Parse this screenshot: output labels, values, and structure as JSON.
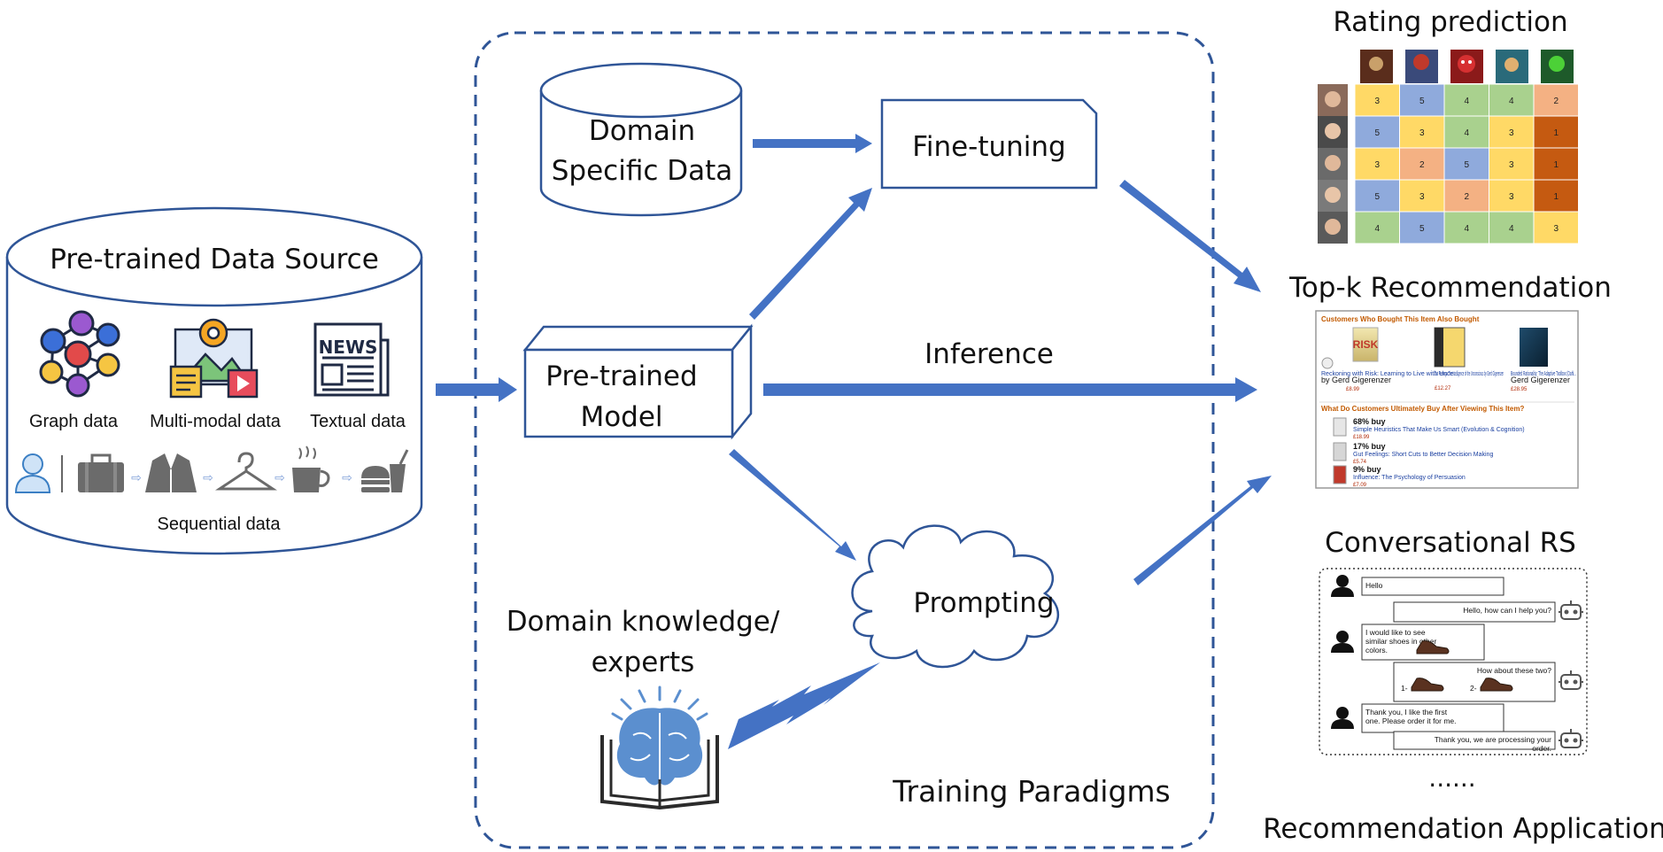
{
  "source": {
    "title": "Pre-trained Data Source",
    "graph_label": "Graph data",
    "multimodal_label": "Multi-modal data",
    "textual_label": "Textual data",
    "news_text": "NEWS",
    "sequential_label": "Sequential data"
  },
  "paradigm": {
    "domain_data": [
      "Domain",
      "Specific Data"
    ],
    "fine_tuning": "Fine-tuning",
    "pretrained_model": [
      "Pre-trained",
      "Model"
    ],
    "inference": "Inference",
    "prompting": "Prompting",
    "knowledge": [
      "Domain knowledge/",
      "experts"
    ],
    "region_title": "Training Paradigms"
  },
  "apps": {
    "rating_title": "Rating prediction",
    "rating_matrix": [
      [
        3,
        5,
        4,
        4,
        2
      ],
      [
        5,
        3,
        4,
        3,
        1
      ],
      [
        3,
        2,
        5,
        3,
        1
      ],
      [
        5,
        3,
        2,
        3,
        1
      ],
      [
        4,
        5,
        4,
        4,
        3
      ]
    ],
    "topk_title": "Top-k Recommendation",
    "topk_header1": "Customers Who Bought This Item Also Bought",
    "topk_books": [
      {
        "cover": "RISK",
        "title": "Reckoning with Risk: Learning to Live with Unce...",
        "by": "by Gerd Gigerenzer",
        "price": "£8.99"
      },
      {
        "cover": "",
        "title": "Gut Feelings: The Intelligence of the Unconscious by Gerd Gigerenzer",
        "by": "",
        "price": "£12.27"
      },
      {
        "cover": "",
        "title": "Bounded Rationality: The Adaptive Toolbox (Dahl...",
        "by": "Gerd Gigerenzer",
        "price": "£28.95"
      }
    ],
    "topk_header2": "What Do Customers Ultimately Buy After Viewing This Item?",
    "topk_list": [
      {
        "pct": "68% buy",
        "title": "Simple Heuristics That Make Us Smart (Evolution & Cognition)",
        "price": "£18.99"
      },
      {
        "pct": "17% buy",
        "title": "Gut Feelings: Short Cuts to Better Decision Making",
        "price": "£5.74"
      },
      {
        "pct": "9% buy",
        "title": "Influence: The Psychology of Persuasion",
        "price": "£7.09"
      }
    ],
    "conv_title": "Conversational RS",
    "conv_messages": [
      {
        "role": "user",
        "text": "Hello"
      },
      {
        "role": "bot",
        "text": "Hello, how can I help you?"
      },
      {
        "role": "user",
        "text": "I would like to see similar shoes in other colors."
      },
      {
        "role": "bot",
        "text": "How about these two?"
      },
      {
        "role": "user",
        "text": "Thank you, I like the first one. Please order it for me."
      },
      {
        "role": "bot",
        "text": "Thank you, we are processing your order."
      }
    ],
    "shoe_option_1": "1-",
    "shoe_option_2": "2-",
    "ellipsis": "......",
    "bottom_title": "Recommendation Application"
  },
  "colors": {
    "arrow": "#4472c4",
    "outline": "#2f5597",
    "rating_cells": {
      "1": "#c55a11",
      "2": "#f4b183",
      "3": "#ffd966",
      "4": "#a9d18e",
      "5": "#8faadc"
    }
  }
}
